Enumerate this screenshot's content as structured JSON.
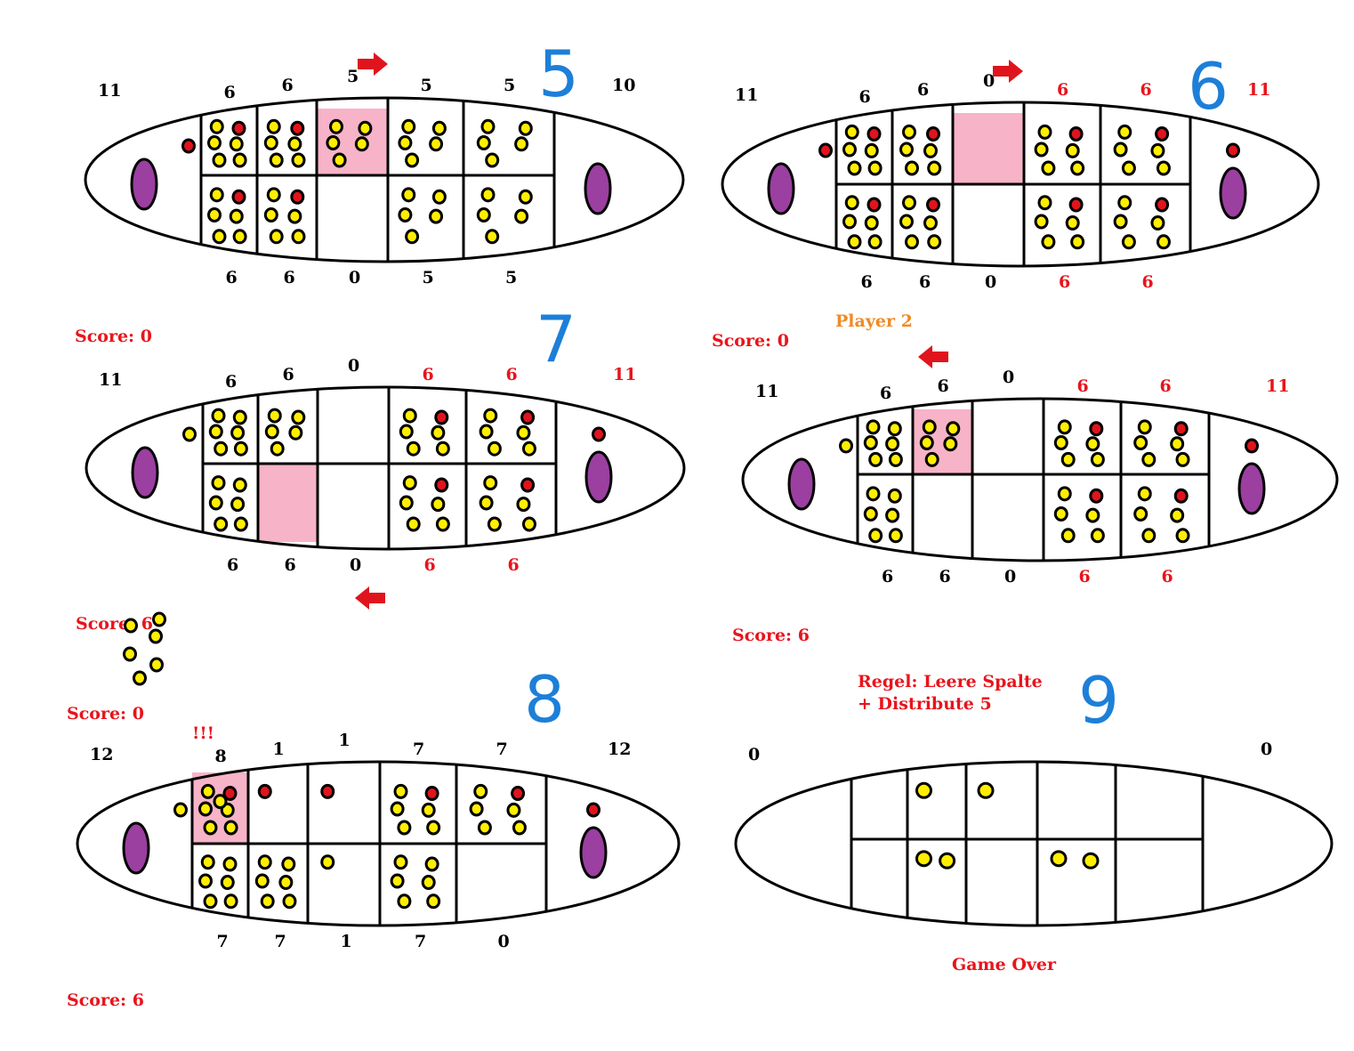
{
  "colors": {
    "seed_yellow": "#ffee00",
    "seed_red": "#e0141c",
    "store_purple": "#9b3fa0",
    "highlight_pink": "#f7b3c8",
    "label_red": "#e8141c",
    "label_orange": "#f08a24",
    "step_blue": "#1d7fd8",
    "ink": "#000000"
  },
  "boards": [
    {
      "id": "5",
      "step": "5",
      "store_counts": {
        "left": "11",
        "right": "10"
      },
      "right_count_red": false,
      "top_counts": [
        "6",
        "6",
        "5",
        "5",
        "5"
      ],
      "bottom_counts": [
        "6",
        "6",
        "0",
        "5",
        "5"
      ],
      "red_count_cols": [],
      "arrow": "right",
      "arrow_side": "top",
      "score": "Score: 0",
      "player_label": "",
      "highlight": {
        "row": "top",
        "col": 2
      },
      "pits_top": [
        {
          "yellow": 5,
          "red": 1
        },
        {
          "yellow": 5,
          "red": 1
        },
        {
          "yellow": 5,
          "red": 0
        },
        {
          "yellow": 5,
          "red": 0
        },
        {
          "yellow": 5,
          "red": 0
        }
      ],
      "pits_bottom": [
        {
          "yellow": 5,
          "red": 1
        },
        {
          "yellow": 5,
          "red": 1
        },
        {
          "yellow": 0,
          "red": 0
        },
        {
          "yellow": 5,
          "red": 0
        },
        {
          "yellow": 5,
          "red": 0
        }
      ],
      "outside_seeds": {
        "left": "red",
        "right": ""
      }
    },
    {
      "id": "6",
      "step": "6",
      "store_counts": {
        "left": "11",
        "right": "11"
      },
      "right_count_red": true,
      "top_counts": [
        "6",
        "6",
        "0",
        "6",
        "6"
      ],
      "bottom_counts": [
        "6",
        "6",
        "0",
        "6",
        "6"
      ],
      "red_count_cols": [
        3,
        4
      ],
      "arrow": "right",
      "arrow_side": "top",
      "score": "Score: 0",
      "player_label": "Player 2",
      "highlight": {
        "row": "top",
        "col": 2
      },
      "pits_top": [
        {
          "yellow": 5,
          "red": 1
        },
        {
          "yellow": 5,
          "red": 1
        },
        {
          "yellow": 0,
          "red": 0
        },
        {
          "yellow": 5,
          "red": 1
        },
        {
          "yellow": 5,
          "red": 1
        }
      ],
      "pits_bottom": [
        {
          "yellow": 5,
          "red": 1
        },
        {
          "yellow": 5,
          "red": 1
        },
        {
          "yellow": 0,
          "red": 0
        },
        {
          "yellow": 5,
          "red": 1
        },
        {
          "yellow": 5,
          "red": 1
        }
      ],
      "outside_seeds": {
        "left": "red",
        "right": "red"
      }
    },
    {
      "id": "7",
      "step": "7",
      "store_counts": {
        "left": "11",
        "right": "11"
      },
      "right_count_red": true,
      "top_counts": [
        "6",
        "6",
        "0",
        "6",
        "6"
      ],
      "bottom_counts": [
        "6",
        "6",
        "0",
        "6",
        "6"
      ],
      "red_count_cols": [
        3,
        4
      ],
      "arrow": "left",
      "arrow_side": "bottom",
      "score": "Score: 6",
      "player_label": "",
      "highlight": {
        "row": "bottom",
        "col": 1
      },
      "pits_top": [
        {
          "yellow": 6,
          "red": 0
        },
        {
          "yellow": 5,
          "red": 0
        },
        {
          "yellow": 0,
          "red": 0
        },
        {
          "yellow": 5,
          "red": 1
        },
        {
          "yellow": 5,
          "red": 1
        }
      ],
      "pits_bottom": [
        {
          "yellow": 6,
          "red": 0
        },
        {
          "yellow": 0,
          "red": 0
        },
        {
          "yellow": 0,
          "red": 0
        },
        {
          "yellow": 5,
          "red": 1
        },
        {
          "yellow": 5,
          "red": 1
        }
      ],
      "outside_seeds": {
        "left": "yellow",
        "right": "red"
      }
    },
    {
      "id": "7b",
      "step": "",
      "store_counts": {
        "left": "11",
        "right": "11"
      },
      "right_count_red": true,
      "top_counts": [
        "6",
        "6",
        "0",
        "6",
        "6"
      ],
      "bottom_counts": [
        "6",
        "6",
        "0",
        "6",
        "6"
      ],
      "red_count_cols": [
        3,
        4
      ],
      "arrow": "left",
      "arrow_side": "top",
      "score": "Score: 6",
      "player_label": "",
      "highlight": {
        "row": "top",
        "col": 1
      },
      "pits_top": [
        {
          "yellow": 6,
          "red": 0
        },
        {
          "yellow": 5,
          "red": 0
        },
        {
          "yellow": 0,
          "red": 0
        },
        {
          "yellow": 5,
          "red": 1
        },
        {
          "yellow": 5,
          "red": 1
        }
      ],
      "pits_bottom": [
        {
          "yellow": 6,
          "red": 0
        },
        {
          "yellow": 0,
          "red": 0
        },
        {
          "yellow": 0,
          "red": 0
        },
        {
          "yellow": 5,
          "red": 1
        },
        {
          "yellow": 5,
          "red": 1
        }
      ],
      "outside_seeds": {
        "left": "yellow",
        "right": "red"
      }
    },
    {
      "id": "8",
      "step": "8",
      "store_counts": {
        "left": "12",
        "right": "12"
      },
      "right_count_red": false,
      "top_counts": [
        "8",
        "1",
        "1",
        "7",
        "7"
      ],
      "bottom_counts": [
        "7",
        "7",
        "1",
        "7",
        "0"
      ],
      "red_count_cols": [],
      "arrow": "",
      "arrow_side": "",
      "score": "Score: 6",
      "player_label": "",
      "alert": "!!!",
      "highlight": {
        "row": "top",
        "col": 0
      },
      "pits_top": [
        {
          "yellow": 6,
          "red": 1
        },
        {
          "yellow": 0,
          "red": 1
        },
        {
          "yellow": 0,
          "red": 1
        },
        {
          "yellow": 5,
          "red": 1
        },
        {
          "yellow": 5,
          "red": 1
        }
      ],
      "pits_bottom": [
        {
          "yellow": 6,
          "red": 0
        },
        {
          "yellow": 6,
          "red": 0
        },
        {
          "yellow": 1,
          "red": 0
        },
        {
          "yellow": 6,
          "red": 0
        },
        {
          "yellow": 0,
          "red": 0
        }
      ],
      "outside_seeds": {
        "left": "yellow",
        "right": "red"
      }
    },
    {
      "id": "9",
      "step": "9",
      "store_counts": {
        "left": "0",
        "right": "0"
      },
      "right_count_red": false,
      "top_counts": [],
      "bottom_counts": [],
      "red_count_cols": [],
      "arrow": "",
      "arrow_side": "",
      "score": "",
      "player_label": "",
      "rule_lines": [
        "Regel: Leere Spalte",
        "+ Distribute 5"
      ],
      "game_over": "Game Over",
      "highlight": null,
      "pits_top": [
        {
          "yellow": 0,
          "red": 0
        },
        {
          "yellow": 1,
          "red": 0
        },
        {
          "yellow": 1,
          "red": 0
        },
        {
          "yellow": 0,
          "red": 0
        },
        {
          "yellow": 0,
          "red": 0
        }
      ],
      "pits_bottom": [
        {
          "yellow": 0,
          "red": 0
        },
        {
          "yellow": 2,
          "red": 0
        },
        {
          "yellow": 0,
          "red": 0
        },
        {
          "yellow": 2,
          "red": 0
        },
        {
          "yellow": 0,
          "red": 0
        }
      ],
      "outside_seeds": {
        "left": "",
        "right": ""
      },
      "no_stores": true
    }
  ],
  "captured": {
    "score": "Score: 0",
    "yellow": 6
  }
}
